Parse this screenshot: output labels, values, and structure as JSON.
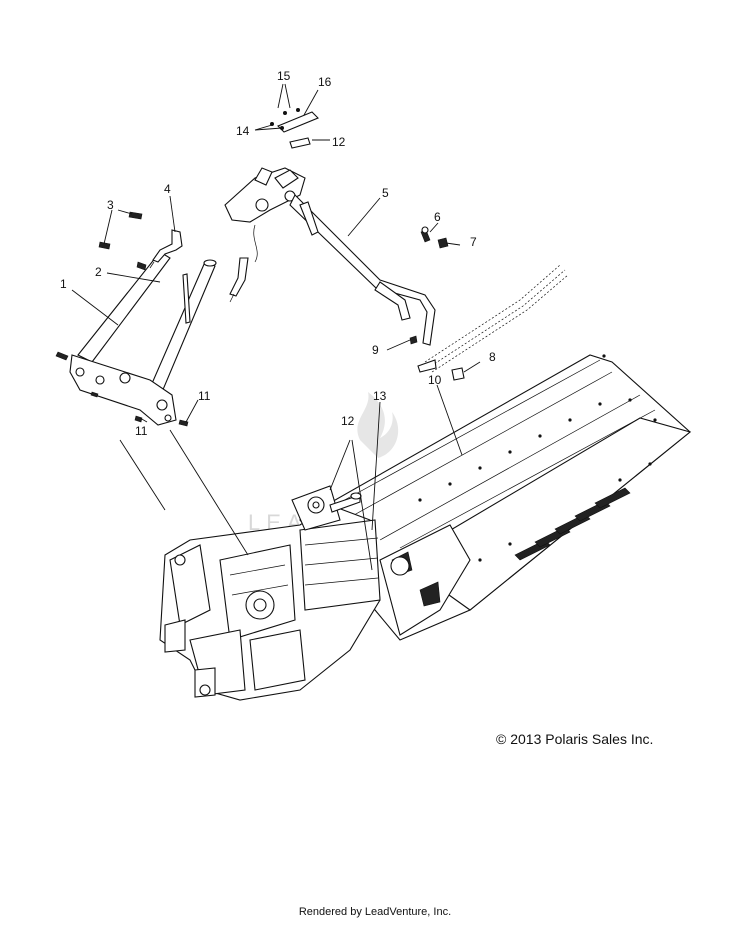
{
  "diagram": {
    "callouts": [
      "1",
      "2",
      "3",
      "4",
      "5",
      "6",
      "7",
      "8",
      "9",
      "10",
      "11",
      "11",
      "12",
      "12",
      "13",
      "14",
      "15",
      "16"
    ],
    "watermark": "LEADVENTURE"
  },
  "copyright": "© 2013 Polaris Sales Inc.",
  "footer": "Rendered by LeadVenture, Inc."
}
